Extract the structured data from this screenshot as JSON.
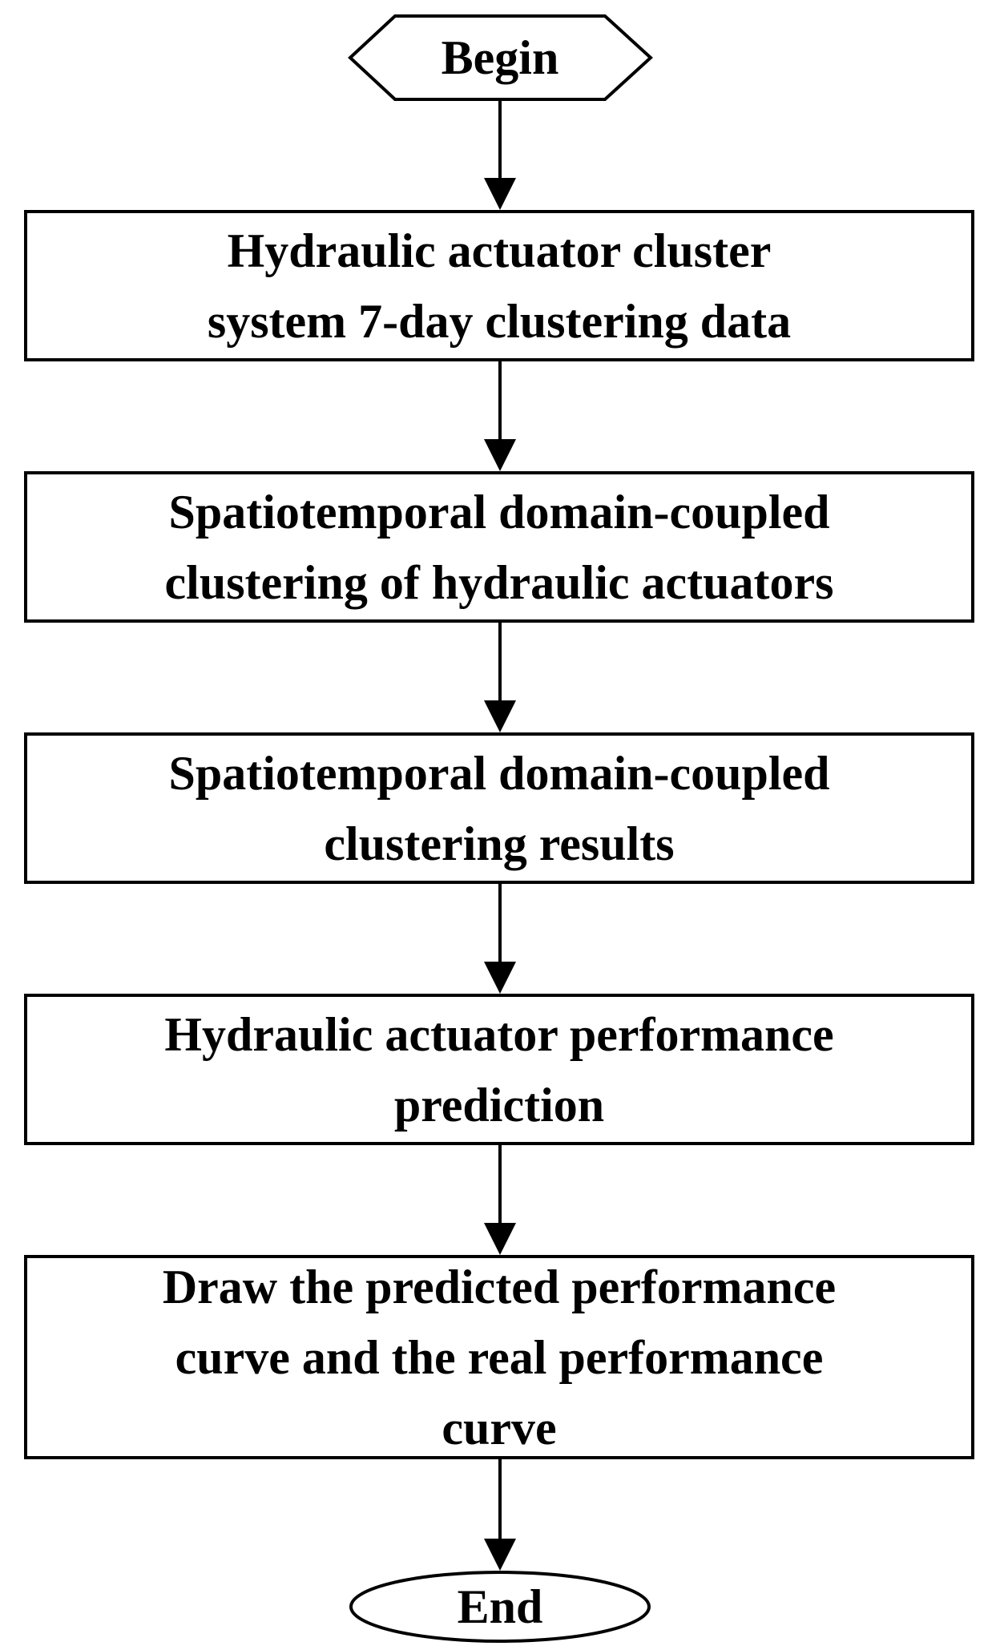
{
  "flowchart": {
    "start": {
      "label": "Begin"
    },
    "steps": [
      {
        "label": "Hydraulic actuator cluster\nsystem 7-day clustering data"
      },
      {
        "label": "Spatiotemporal domain-coupled\nclustering of hydraulic actuators"
      },
      {
        "label": "Spatiotemporal domain-coupled\nclustering results"
      },
      {
        "label": "Hydraulic actuator performance\nprediction"
      },
      {
        "label": "Draw the predicted performance\ncurve and the real performance\ncurve"
      }
    ],
    "end": {
      "label": "End"
    }
  }
}
